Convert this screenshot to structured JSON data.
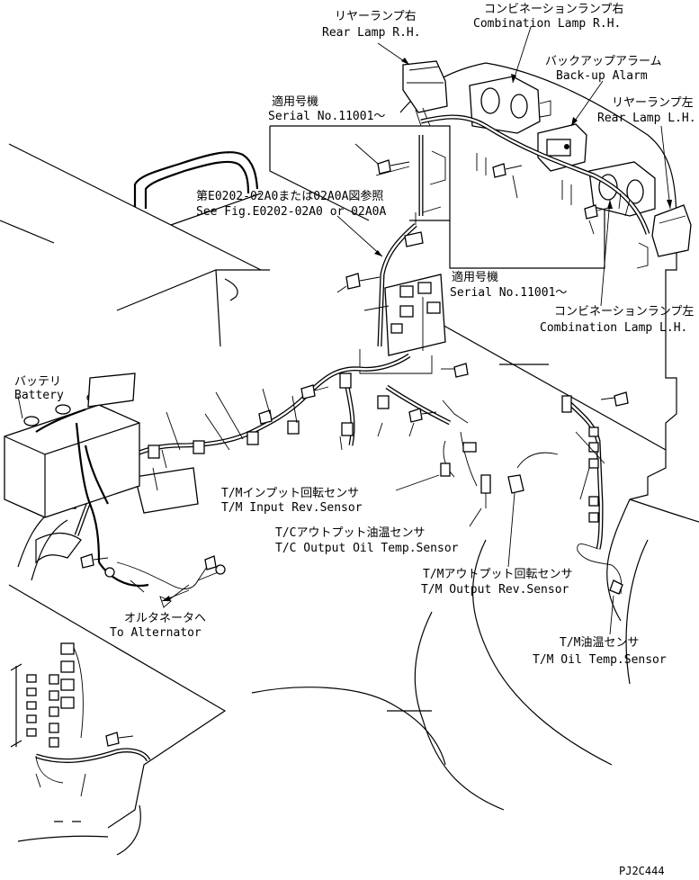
{
  "drawing_id": "PJ2C444",
  "labels": {
    "rear_lamp_rh_jp": "リヤーランプ右",
    "rear_lamp_rh_en": "Rear Lamp R.H.",
    "comb_lamp_rh_jp": "コンビネーションランプ右",
    "comb_lamp_rh_en": "Combination Lamp R.H.",
    "backup_alarm_jp": "バックアップアラーム",
    "backup_alarm_en": "Back-up Alarm",
    "rear_lamp_lh_jp": "リヤーランプ左",
    "rear_lamp_lh_en": "Rear Lamp L.H.",
    "serial_top_jp": "適用号機",
    "serial_top_en": "Serial No.11001～",
    "see_fig_jp": "第E0202-02A0または02A0A図参照",
    "see_fig_en": "See Fig.E0202-02A0 or 02A0A",
    "serial_mid_jp": "適用号機",
    "serial_mid_en": "Serial No.11001～",
    "comb_lamp_lh_jp": "コンビネーションランプ左",
    "comb_lamp_lh_en": "Combination Lamp L.H.",
    "battery_jp": "バッテリ",
    "battery_en": "Battery",
    "tm_input_jp": "T/Mインプット回転センサ",
    "tm_input_en": "T/M Input Rev.Sensor",
    "tc_output_jp": "T/Cアウトプット油温センサ",
    "tc_output_en": "T/C Output Oil Temp.Sensor",
    "tm_output_jp": "T/Mアウトプット回転センサ",
    "tm_output_en": "T/M Output Rev.Sensor",
    "alternator_jp": "オルタネータヘ",
    "alternator_en": "To Alternator",
    "tm_oil_jp": "T/M油温センサ",
    "tm_oil_en": "T/M Oil Temp.Sensor"
  }
}
